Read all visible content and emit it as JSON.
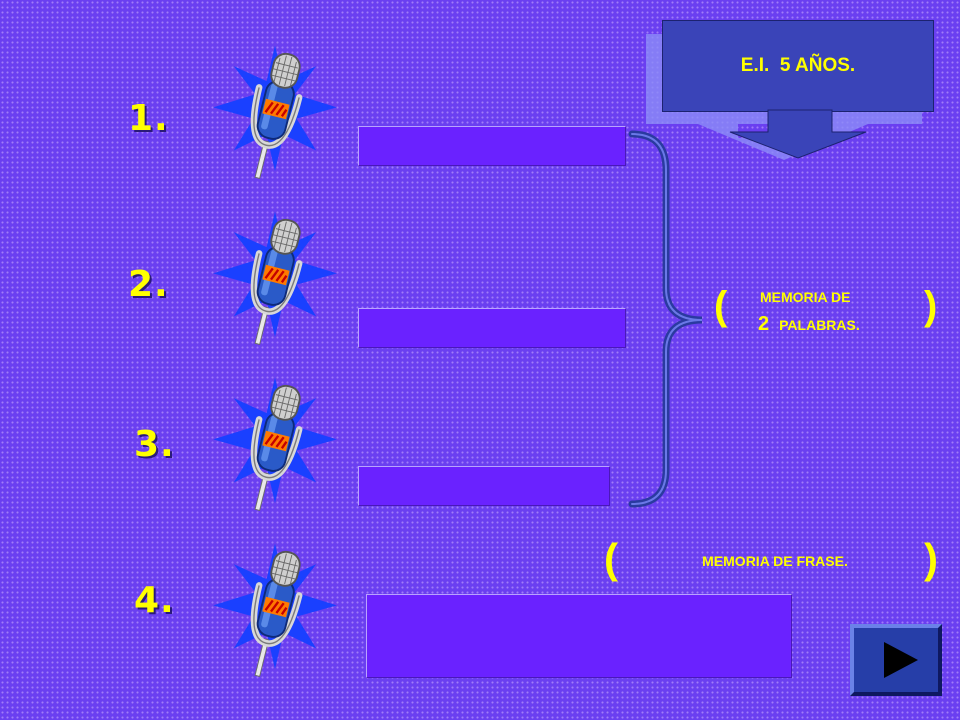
{
  "title": {
    "text": "E.I.  5 AÑOS."
  },
  "items": [
    {
      "number": "1."
    },
    {
      "number": "2."
    },
    {
      "number": "3."
    },
    {
      "number": "4."
    }
  ],
  "memory_two": {
    "line1": "MEMORIA DE",
    "count": "2",
    "word": "PALABRAS."
  },
  "memory_phrase": {
    "text": "MEMORIA DE FRASE."
  },
  "colors": {
    "background": "#6a3ff0",
    "number_text": "#ffff00",
    "answer_box": "#6a22ff",
    "title_box": "#3a44b8",
    "next_button": "#263ea8"
  },
  "icons": {
    "microphone": "microphone-icon",
    "next": "play-triangle-icon"
  }
}
